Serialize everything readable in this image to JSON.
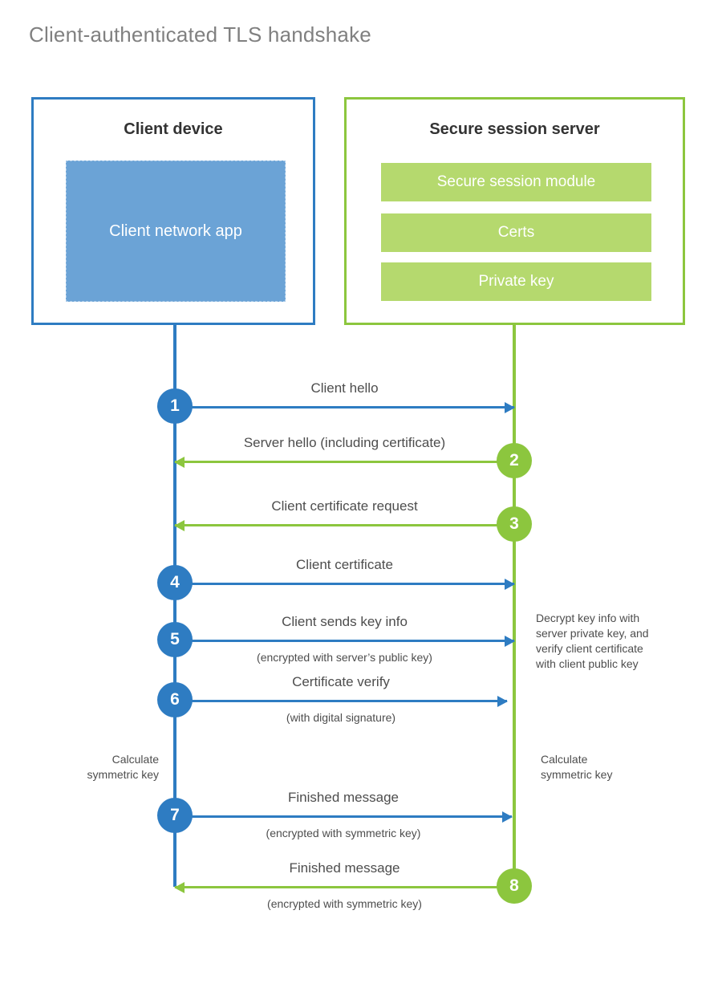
{
  "title": "Client-authenticated TLS handshake",
  "client": {
    "title": "Client device",
    "app_label": "Client network\napp"
  },
  "server": {
    "title": "Secure session server",
    "modules": [
      "Secure session module",
      "Certs",
      "Private key"
    ]
  },
  "steps": [
    {
      "number": "1",
      "label": "Client hello",
      "sublabel": "",
      "direction": "client-to-server"
    },
    {
      "number": "2",
      "label": "Server hello (including certificate)",
      "sublabel": "",
      "direction": "server-to-client"
    },
    {
      "number": "3",
      "label": "Client certificate request",
      "sublabel": "",
      "direction": "server-to-client"
    },
    {
      "number": "4",
      "label": "Client certificate",
      "sublabel": "",
      "direction": "client-to-server"
    },
    {
      "number": "5",
      "label": "Client sends key info",
      "sublabel": "(encrypted with server’s public key)",
      "direction": "client-to-server"
    },
    {
      "number": "6",
      "label": "Certificate verify",
      "sublabel": "(with digital signature)",
      "direction": "client-to-server"
    },
    {
      "number": "7",
      "label": "Finished message",
      "sublabel": "(encrypted with symmetric key)",
      "direction": "client-to-server"
    },
    {
      "number": "8",
      "label": "Finished message",
      "sublabel": "(encrypted with symmetric key)",
      "direction": "server-to-client"
    }
  ],
  "notes": {
    "server_decrypt": "Decrypt key info with\nserver private key, and\nverify client certificate\nwith client public key",
    "client_calculate": "Calculate\nsymmetric key",
    "server_calculate": "Calculate\nsymmetric key"
  },
  "colors": {
    "client_blue": "#2e7cc2",
    "client_app_fill": "#6ba3d6",
    "server_green": "#8cc63e",
    "server_bar_fill": "#b5d96e",
    "title_gray": "#808080",
    "text_gray": "#4d4d4d"
  }
}
